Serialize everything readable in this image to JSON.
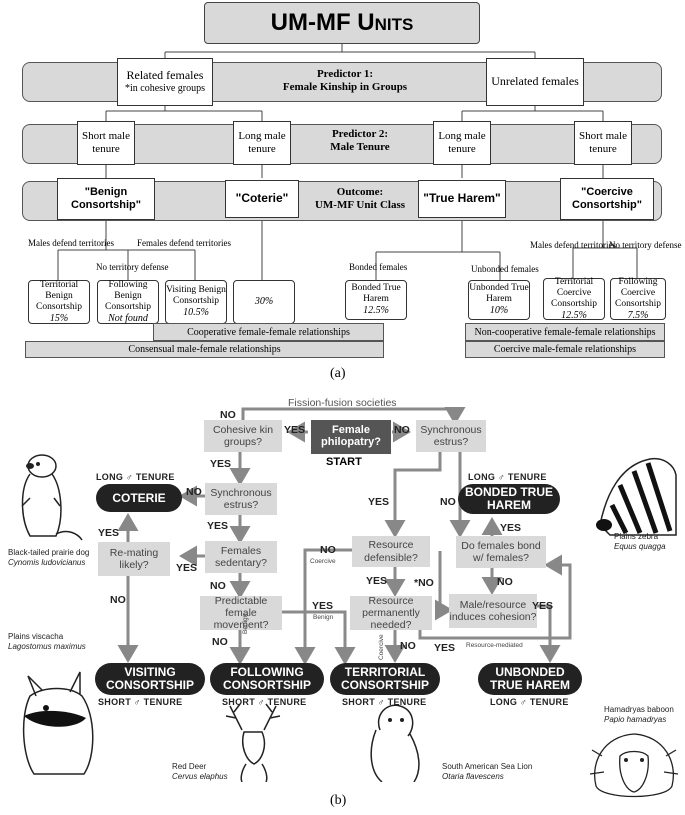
{
  "a": {
    "title": "UM-MF Units",
    "predictor1": {
      "title": "Predictor 1:",
      "subtitle": "Female Kinship in Groups",
      "left": "Related females",
      "left_note": "*in cohesive groups",
      "right": "Unrelated females"
    },
    "predictor2": {
      "title": "Predictor 2:",
      "subtitle": "Male Tenure",
      "boxes": [
        "Short male tenure",
        "Long male tenure",
        "Long male tenure",
        "Short male tenure"
      ]
    },
    "outcome": {
      "title": "Outcome:",
      "subtitle": "UM-MF Unit Class",
      "classes": [
        "\"Benign Consortship\"",
        "\"Coterie\"",
        "\"True Harem\"",
        "\"Coercive Consortship\""
      ]
    },
    "branches": {
      "males_defend_left": "Males defend territories",
      "females_defend": "Females defend territories",
      "no_territory": "No territory defense",
      "bonded": "Bonded females",
      "unbonded": "Unbonded females",
      "males_defend_right": "Males defend territories",
      "no_territory_right": "No territory defense"
    },
    "leaves": [
      {
        "name": "Territorial Benign Consortship",
        "pct": "15%"
      },
      {
        "name": "Following Benign Consortship",
        "pct": "Not found"
      },
      {
        "name": "Visiting Benign Consortship",
        "pct": "10.5%"
      },
      {
        "name": "",
        "pct": "30%"
      },
      {
        "name": "Bonded True Harem",
        "pct": "12.5%"
      },
      {
        "name": "Unbonded True Harem",
        "pct": "10%"
      },
      {
        "name": "Territorial Coercive Consortship",
        "pct": "12.5%"
      },
      {
        "name": "Following Coercive Consortship",
        "pct": "7.5%"
      }
    ],
    "relations": {
      "coop": "Cooperative female-female relationships",
      "consensual": "Consensual male-female relationships",
      "noncoop": "Non-cooperative female-female relationships",
      "coercive": "Coercive male-female relationships"
    },
    "label": "(a)"
  },
  "b": {
    "fission": "Fission-fusion societies",
    "start": "START",
    "questions": {
      "female_philopatry": "Female philopatry?",
      "cohesive_kin": "Cohesive kin groups?",
      "synchronous_left": "Synchronous estrus?",
      "synchronous_right": "Synchronous estrus?",
      "remating": "Re-mating likely?",
      "sedentary": "Females sedentary?",
      "predictable": "Predictable female movement?",
      "resource_defensible": "Resource defensible?",
      "resource_needed": "Resource permanently needed?",
      "females_bond": "Do females bond w/ females?",
      "male_resource": "Male/resource induces cohesion?"
    },
    "outcomes": {
      "coterie": "COTERIE",
      "bonded_harem": "BONDED TRUE HAREM",
      "visiting": "VISITING CONSORTSHIP",
      "following": "FOLLOWING CONSORTSHIP",
      "territorial": "TERRITORIAL CONSORTSHIP",
      "unbonded_harem": "UNBONDED TRUE HAREM"
    },
    "tenure": {
      "long": "LONG ♂ TENURE",
      "short": "SHORT ♂ TENURE"
    },
    "yes": "YES",
    "no": "NO",
    "star_no": "*NO",
    "notes": {
      "coercive": "Coercive",
      "benign": "Benign",
      "benign2": "Benign",
      "coercive2": "Coercive",
      "resource_mediated": "Resource-mediated"
    },
    "animals": [
      {
        "common": "Black-tailed prairie dog",
        "latin": "Cynomis ludovicianus"
      },
      {
        "common": "Plains zebra",
        "latin": "Equus quagga"
      },
      {
        "common": "Plains viscacha",
        "latin": "Lagostomus maximus"
      },
      {
        "common": "Red Deer",
        "latin": "Cervus elaphus"
      },
      {
        "common": "South American Sea Lion",
        "latin": "Otaria flavescens"
      },
      {
        "common": "Hamadryas baboon",
        "latin": "Papio hamadryas"
      }
    ],
    "label": "(b)"
  },
  "colors": {
    "band": "#d9d9d9",
    "question_box": "#d9d9d9",
    "outcome_pill": "#222222",
    "arrow": "#888888",
    "start_box": "#555555"
  }
}
